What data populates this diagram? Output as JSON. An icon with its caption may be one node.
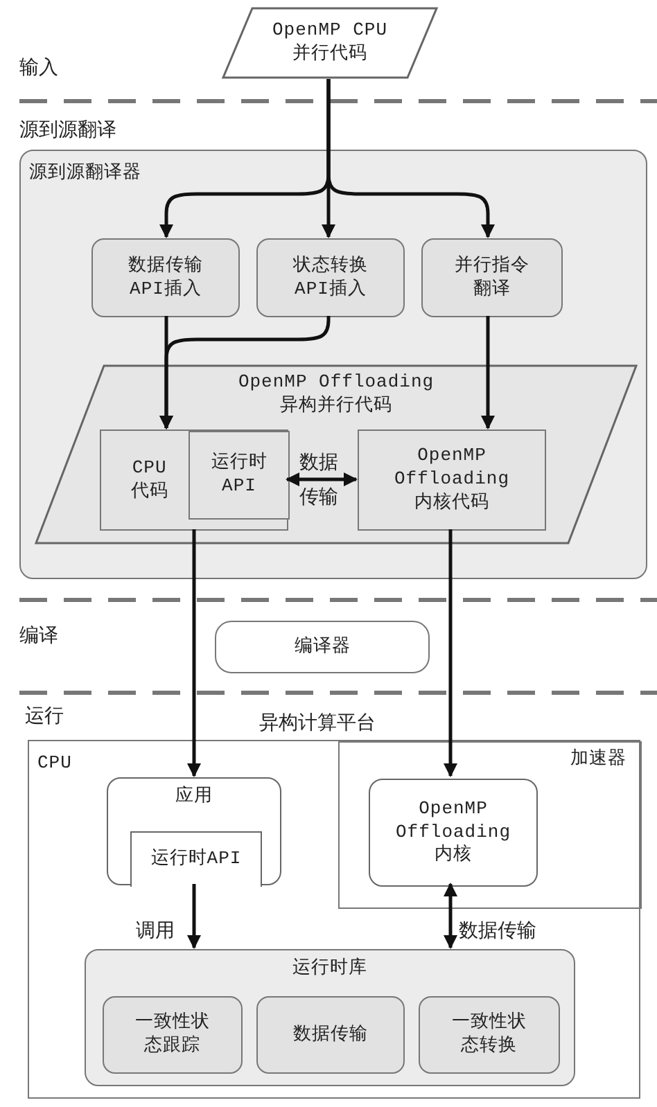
{
  "diagram": {
    "nodes": [
      {
        "text": [
          "OpenMP CPU 并行代码"
        ]
      },
      {
        "text": [
          "源到源翻译器"
        ]
      },
      {
        "text": [
          "数据传输 API插入"
        ],
        "in": 1
      },
      {
        "text": [
          "状态转换 API插入"
        ],
        "in": 1
      },
      {
        "text": [
          "并行指令翻译"
        ],
        "in": 1
      },
      {
        "text": [
          "OpenMP Offloading 异构并行代码"
        ],
        "in": 1
      },
      {
        "text": [
          "CPU 代码"
        ],
        "in": 5
      },
      {
        "text": [
          "运行时 API"
        ],
        "in": 6
      },
      {
        "text": [
          "OpenMP Offloading 内核代码"
        ],
        "in": 5
      },
      {
        "text": [
          "编译器"
        ]
      },
      {
        "text": [
          "CPU"
        ]
      },
      {
        "text": [
          "加速器"
        ],
        "in": 10
      },
      {
        "text": [
          "应用"
        ],
        "in": 10
      },
      {
        "text": [
          "运行时API"
        ],
        "in": 12
      },
      {
        "text": [
          "OpenMP Offloading 内核"
        ],
        "in": 11
      },
      {
        "text": [
          "运行时库"
        ],
        "in": 10
      },
      {
        "text": [
          "一致性状态跟踪"
        ],
        "in": 15
      },
      {
        "text": [
          "数据传输"
        ],
        "in": 15
      },
      {
        "text": [
          "一致性状态转换"
        ],
        "in": 15
      }
    ],
    "edges": [
      {
        "from": 0,
        "to": 2,
        "arrow": "to"
      },
      {
        "from": 0,
        "to": 3,
        "arrow": "to"
      },
      {
        "from": 0,
        "to": 4,
        "arrow": "to"
      },
      {
        "from": 2,
        "to": 6,
        "arrow": "to"
      },
      {
        "from": 3,
        "to": 6,
        "arrow": "to"
      },
      {
        "from": 4,
        "to": 8,
        "arrow": "to"
      },
      {
        "from": 7,
        "to": 8,
        "arrow": "both",
        "label": "数据传输"
      },
      {
        "from": 6,
        "to": 12,
        "arrow": "to"
      },
      {
        "from": 8,
        "to": 14,
        "arrow": "to"
      },
      {
        "from": 13,
        "to": 15,
        "arrow": "to",
        "label": "调用"
      },
      {
        "from": 14,
        "to": 15,
        "arrow": "both",
        "label": "数据传输"
      }
    ],
    "labels": [
      "输入",
      "源到源翻译",
      "编译",
      "运行",
      "异构计算平台"
    ]
  }
}
